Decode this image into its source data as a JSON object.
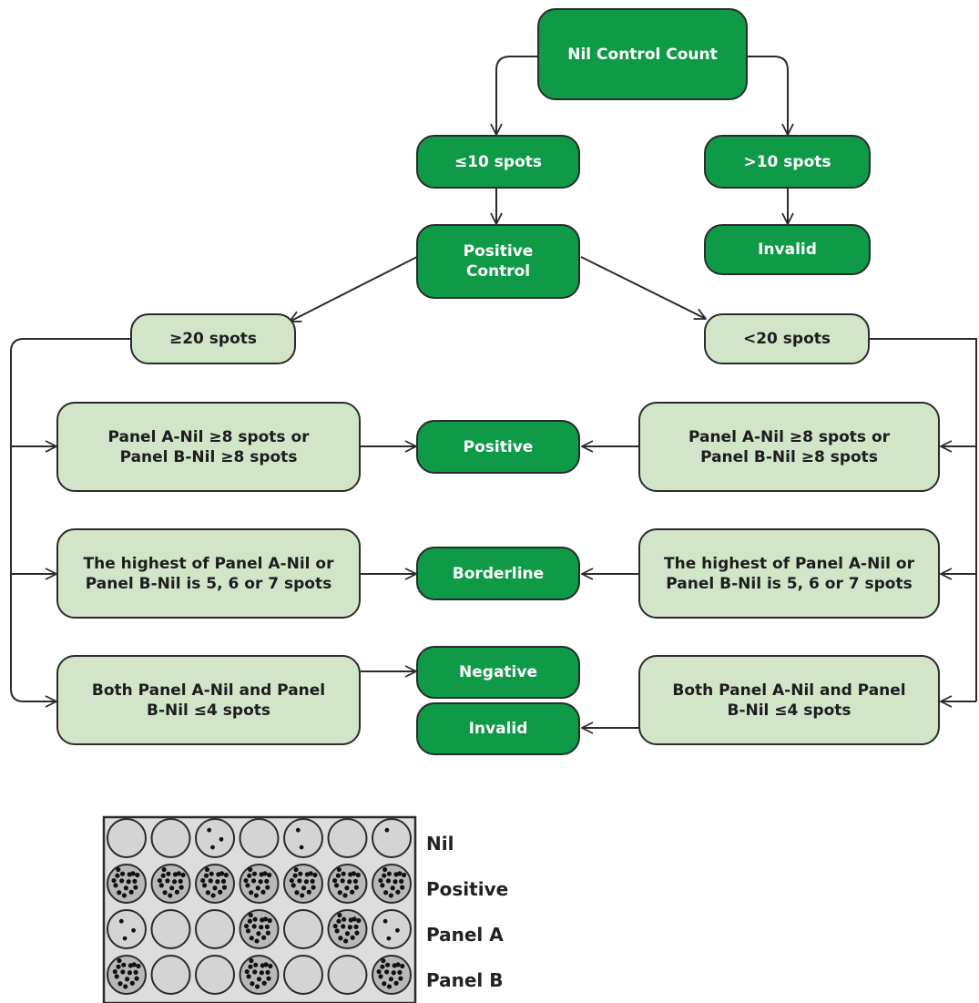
{
  "colors": {
    "dark_fill": "#0f9a48",
    "light_fill": "#d2e5c9",
    "stroke": "#2b2b2b"
  },
  "nodes": {
    "nil_control": "Nil Control Count",
    "le10": "≤10 spots",
    "gt10": ">10 spots",
    "positive_control": "Positive\nControl",
    "invalid_top": "Invalid",
    "ge20": "≥20 spots",
    "lt20": "<20 spots",
    "left_panel_pos": "Panel A-Nil ≥8 spots or\nPanel B-Nil ≥8 spots",
    "right_panel_pos": "Panel A-Nil ≥8 spots or\nPanel B-Nil ≥8 spots",
    "left_panel_border": "The highest of Panel A-Nil or\nPanel B-Nil is 5, 6 or 7 spots",
    "right_panel_border": "The highest of Panel A-Nil or\nPanel B-Nil is 5, 6 or 7 spots",
    "left_panel_neg": "Both Panel A-Nil and Panel\nB-Nil ≤4 spots",
    "right_panel_neg": "Both Panel A-Nil and Panel\nB-Nil ≤4 spots",
    "positive": "Positive",
    "borderline": "Borderline",
    "negative": "Negative",
    "invalid_bottom": "Invalid"
  },
  "legend": {
    "rows": [
      "Nil",
      "Positive",
      "Panel A",
      "Panel B"
    ],
    "wells": [
      [
        "empty",
        "empty",
        "few",
        "empty",
        "few",
        "empty",
        "few"
      ],
      [
        "dense",
        "dense",
        "dense",
        "dense",
        "dense",
        "dense",
        "dense"
      ],
      [
        "few",
        "empty",
        "empty",
        "dense",
        "empty",
        "dense",
        "few"
      ],
      [
        "dense",
        "empty",
        "empty",
        "dense",
        "empty",
        "empty",
        "dense"
      ]
    ]
  }
}
